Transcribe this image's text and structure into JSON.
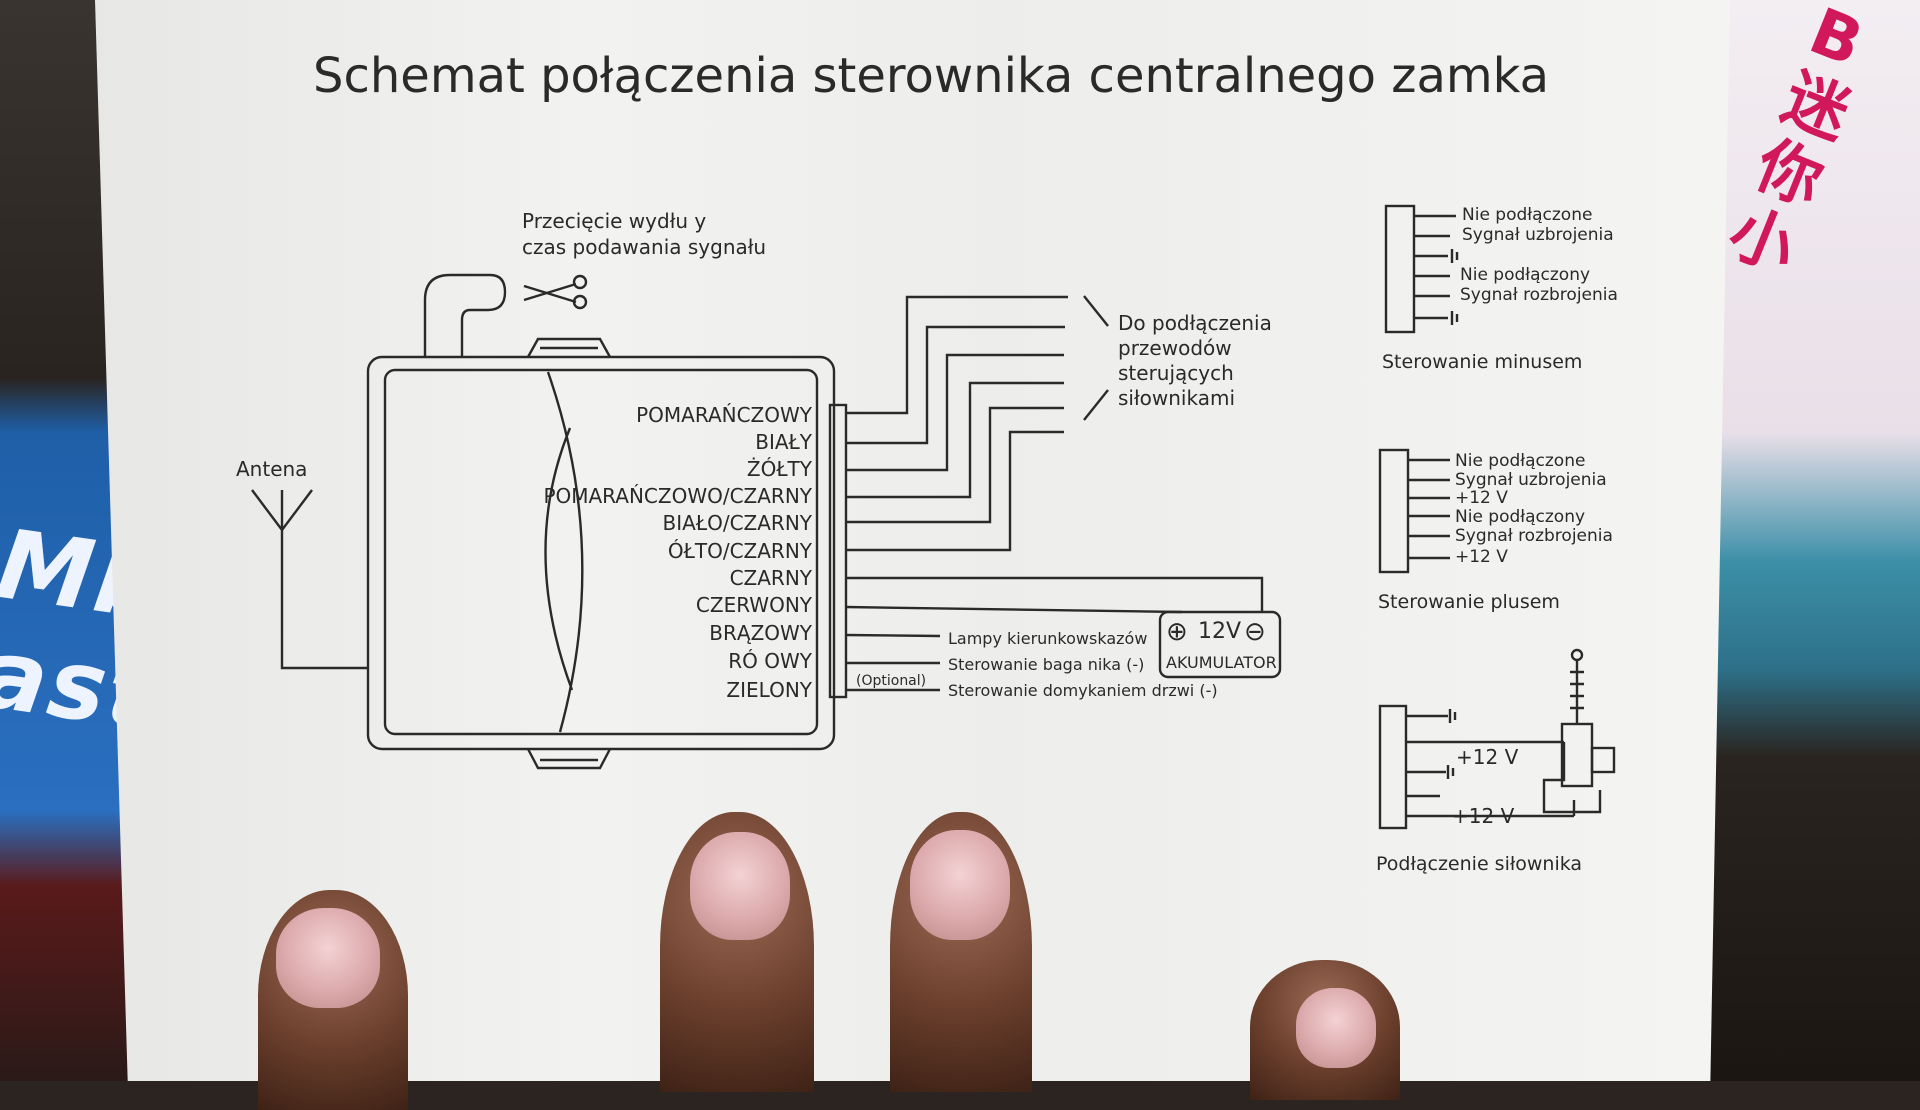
{
  "title": "Schemat połączenia sterownika centralnego zamka",
  "cut_note": [
    "Przecięcie wydłu  y",
    "czas podawania sygnału"
  ],
  "antenna_label": "Antena",
  "wires": [
    "POMARAŃCZOWY",
    "BIAŁY",
    "ŻÓŁTY",
    "POMARAŃCZOWO/CZARNY",
    "BIAŁO/CZARNY",
    "ÓŁTO/CZARNY",
    "CZARNY",
    "CZERWONY",
    "BRĄZOWY",
    "RÓ  OWY",
    "ZIELONY"
  ],
  "actuator_note": [
    "Do podłączenia",
    "przewodów",
    "sterujących",
    "siłownikami"
  ],
  "lamps_label": "Lampy kierunkowskazów",
  "trunk_label": "Sterowanie baga  nika (-)",
  "optional_label": "(Optional)",
  "dome_label": "Sterowanie domykaniem drzwi (-)",
  "battery": {
    "voltage": "12V",
    "plus": "⊕",
    "minus": "⊖",
    "label": "AKUMULATOR"
  },
  "minus_panel": {
    "lines": [
      "Nie podłączone",
      "Sygnał uzbrojenia",
      "Nie podłączony",
      "Sygnał rozbrojenia"
    ],
    "caption": "Sterowanie minusem"
  },
  "plus_panel": {
    "lines": [
      "Nie podłączone",
      "Sygnał uzbrojenia",
      "+12 V",
      "Nie podłączony",
      "Sygnał rozbrojenia",
      "+12 V"
    ],
    "caption": "Sterowanie plusem"
  },
  "actuator_panel": {
    "v1": "+12 V",
    "v2": "+12 V",
    "caption": "Podłączenie siłownika"
  },
  "colors": {
    "ink": "#2a2a2a",
    "paper": "#f0f0ee"
  }
}
